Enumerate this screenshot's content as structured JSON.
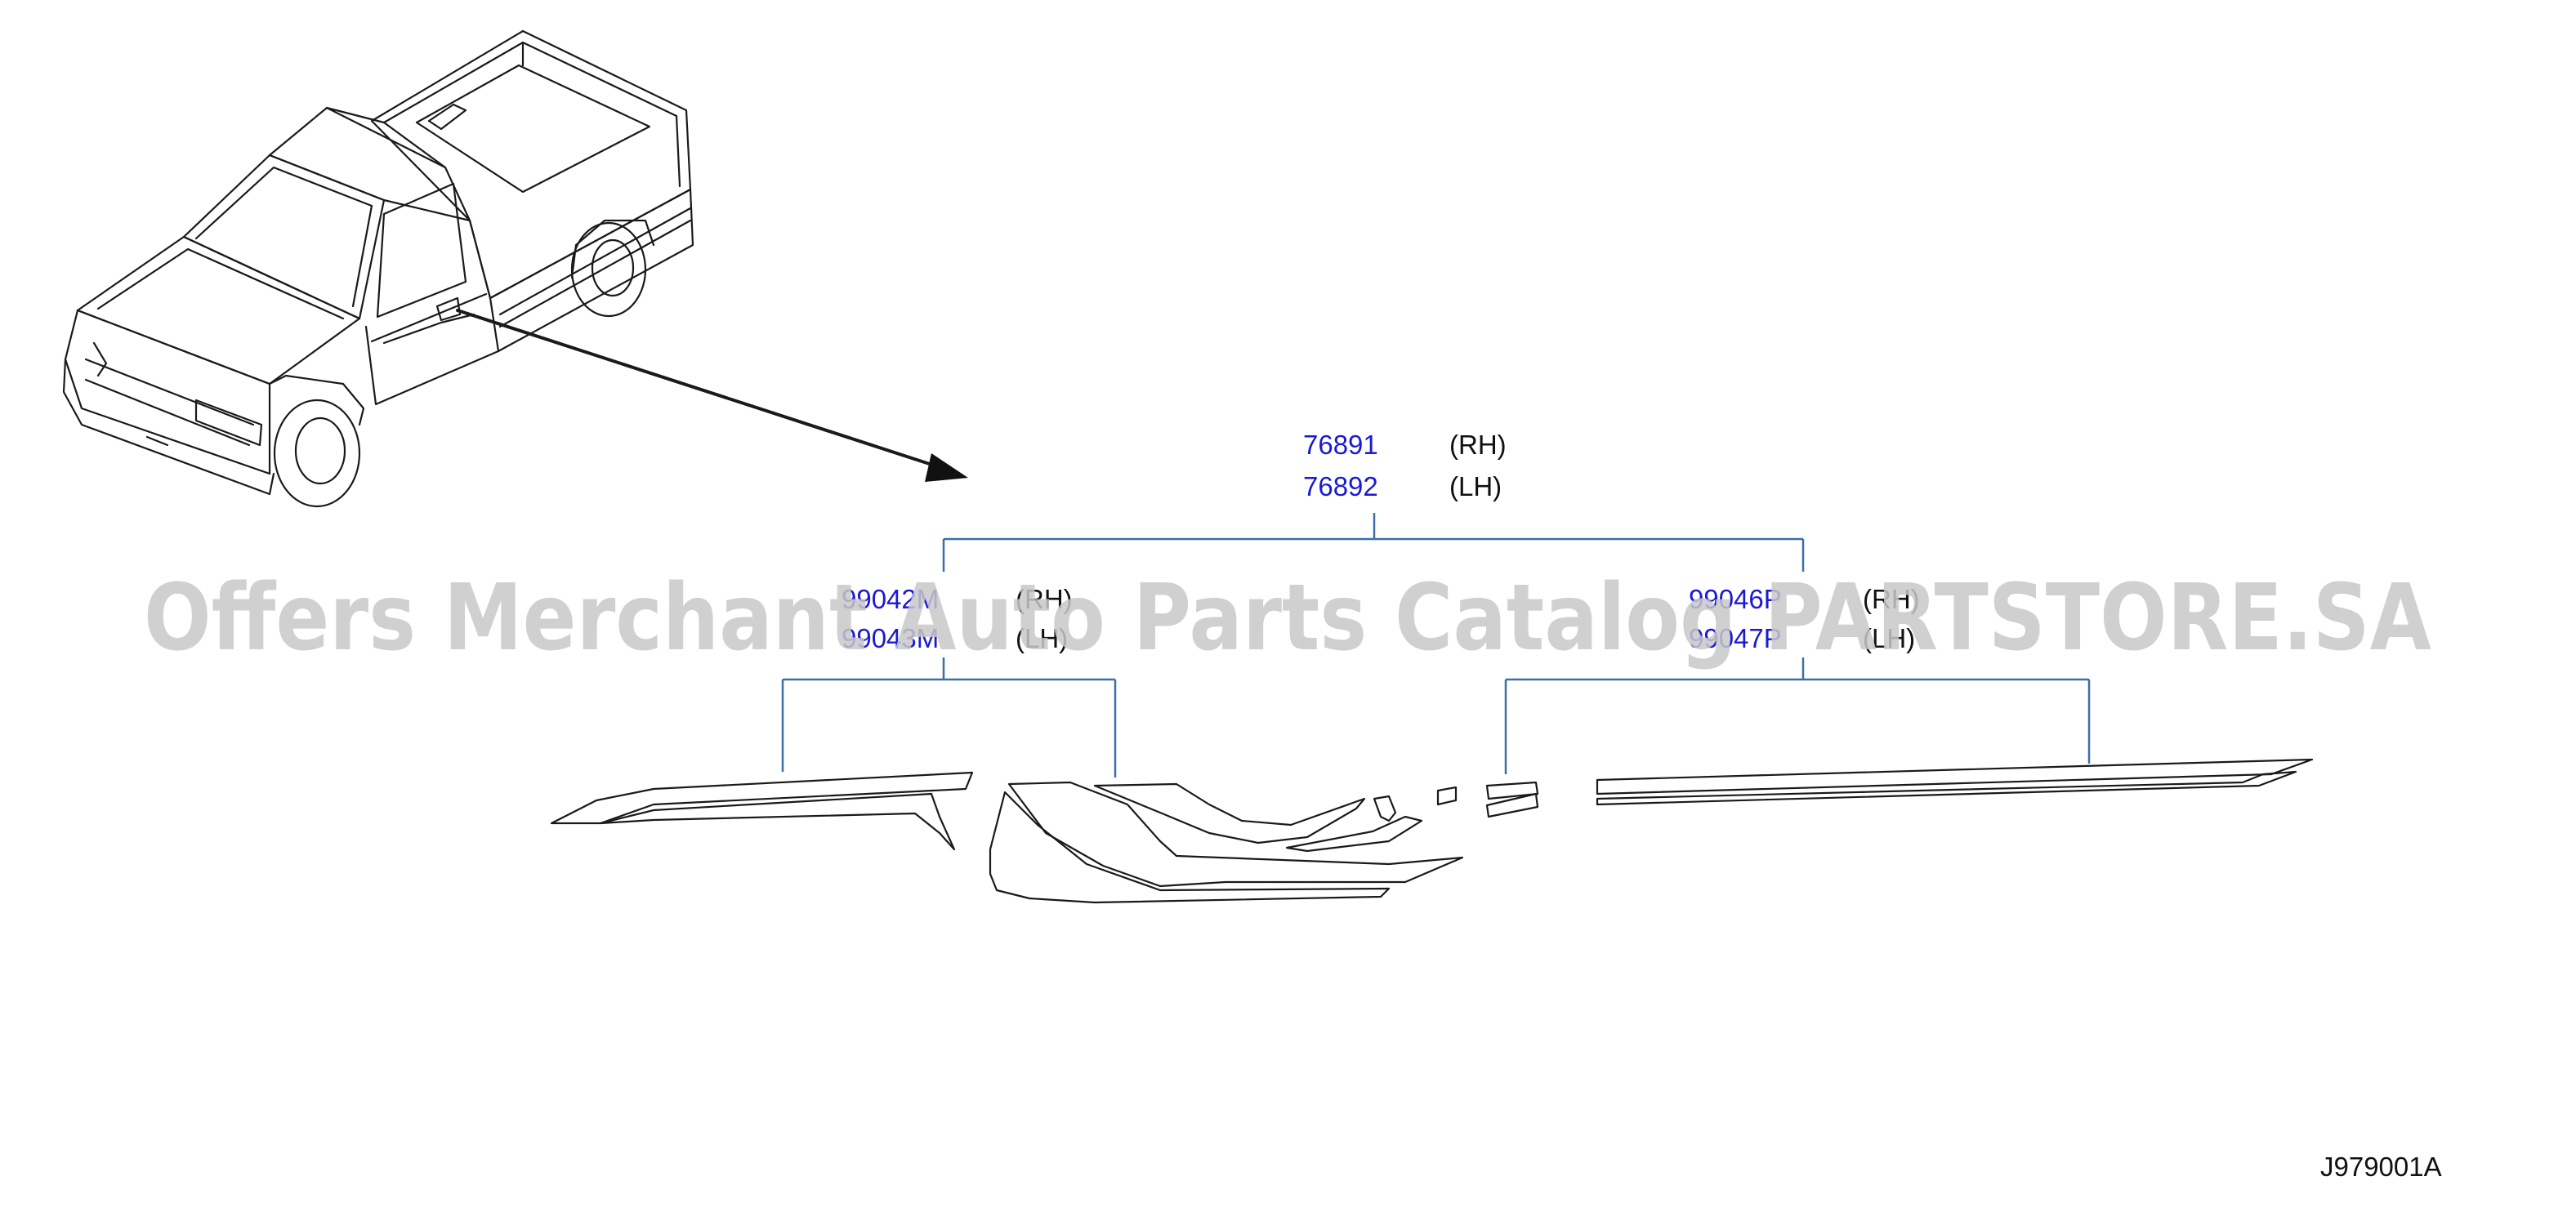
{
  "callouts": {
    "main": [
      {
        "part": "76891",
        "side": "(RH)"
      },
      {
        "part": "76892",
        "side": "(LH)"
      }
    ],
    "left": [
      {
        "part": "99042M",
        "side": "(RH)"
      },
      {
        "part": "99043M",
        "side": "(LH)"
      }
    ],
    "right": [
      {
        "part": "99046P",
        "side": "(RH)"
      },
      {
        "part": "99047P",
        "side": "(LH)"
      }
    ]
  },
  "watermark": "Offers Merchant Auto Parts Catalog PARTSTORE.SA",
  "diagram_code": "J979001A",
  "colors": {
    "part_number": "#1a1ad6",
    "leader_line": "#3a6fa8",
    "line_art": "#1a1a1a",
    "watermark": "#c8c8c8"
  }
}
